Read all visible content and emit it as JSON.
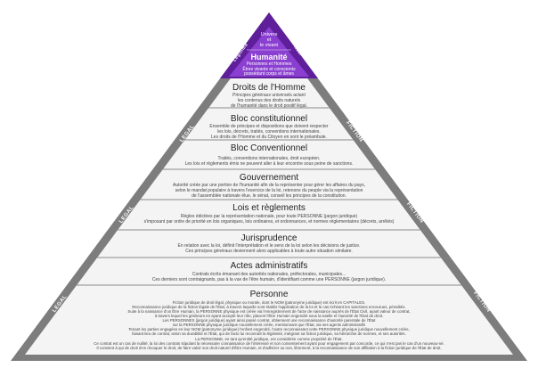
{
  "apex": {
    "lines": [
      "Univers",
      "et",
      "le vivant"
    ],
    "left_label": "Légitime",
    "right_label": "Réel"
  },
  "humanite": {
    "title": "Humanité",
    "lines": [
      "Personnes et Hommes",
      "Êtres vivants et conscients",
      "possédant corps et âmes"
    ]
  },
  "bands": [
    {
      "title": "Droits de l'Homme",
      "lines": [
        "Principes généraux universels actant",
        "les contenus des droits naturels",
        "de l'humanité dans le droit positif légal."
      ]
    },
    {
      "title": "Bloc constitutionnel",
      "lines": [
        "Ensemble de principes et dispositions que doivent respecter",
        "les lois, décrets, traités, conventions internationales.",
        "Les droits de l'Homme et du Citoyen en sont le préambule."
      ]
    },
    {
      "title": "Bloc Conventionnel",
      "lines": [
        "Traités, conventions internationales, droit européen.",
        "Les lois et règlements émis ne peuvent aller à leur encontre sous peine de sanctions."
      ]
    },
    {
      "title": "Gouvernement",
      "lines": [
        "Autorité créée par une portion de l'humanité afin de la représenter pour gérer les affaires du pays,",
        "selon le mandat populaire à travers l'exercice de la loi, retenons du peuple via la représentation",
        "de l'assemblée nationale élue, le sénat, conseil les principes de la constitution."
      ]
    },
    {
      "title": "Lois et règlements",
      "lines": [
        "Règles édictées par la représentation nationale, pour toute PERSONNE (jargon juridique)",
        "s'imposant par ordre de priorité en lois organiques, lois ordinaires, et ordonnances, et normes réglementaires (décrets, arrêtés)"
      ]
    },
    {
      "title": "Jurisprudence",
      "lines": [
        "En relation avec la loi, définit l'interprétation et le sens de la loi selon les décisions de justice.",
        "Ces principes généraux deviennent alors applicables à toute autre situation similaire."
      ]
    },
    {
      "title": "Actes administratifs",
      "lines": [
        "Contrats écrits émanant des autorités nationales, préfectorales, municipales...",
        "Ces derniers sont contraignants, pas à la vue de l'être humain, d'identifiant comme une PERSONNE (jargon juridique)."
      ]
    },
    {
      "title": "Personne",
      "lines": [
        "Fiction juridique de droit légal, physique ou morale, dont le NOM (patronyme juridique) est écrit en CAPITALES.",
        "Reconnaissance juridique de la fiction légale de l'État, à travers laquelle sont établis l'application de la loi et le cas échéant les sanctions encourues, pénalités.",
        "Suite à la naissance d'un Être Humain, la PERSONNE physique est créée via l'enregistrement de l'acte de naissance auprès de l'État Civil, ayant valeur de contrat,",
        "à travers lequel les géniteurs en ayant accepté leur rôle, placent l'Être Humain engendré sous la tutelle et l'autorité de l'État de droit.",
        "Les PERSONNES (jargon juridique) ayant ainsi passé contrat, obtiennent une reconnaissance d'autorité parentale de l'État",
        "sur la PERSONNE physique juridique nouvellement créée, mentionnant que l'État, via ses agents administratifs",
        "Tenant les parties engagées en leur NOM (patronyme juridique) l'enfant engendré, l'autre reconnaissant cette PERSONNE physique juridique nouvellement créée,",
        "faisant lieu de contrat, selon sa durabilité et l'État, qui de facto lui reconnaît la légitimité, intégrant sa fiction juridique, sa hiérarchie de normes, et ses autorités.",
        "La PERSONNE, en tant qu'entité juridique, est considérée comme propriété de l'État.",
        "Ce contrat est un cas de nullité, la loi des contrats stipulant la nécessaire connaissance de l'intéressé et son consentement ayant pour engagement par concorde, ce qui n'est pas le cas d'un nouveau-né.",
        "Il convient à qui de droit d'en révoquer le droit, de faire valoir son droit naturel d'Être Humain, et d'adhérer ou non, librement, à la reconnaissance de son affiliation à la fiction juridique de l'État de droit."
      ]
    }
  ],
  "edge_labels": {
    "left": [
      "LEGAL",
      "LEGAL",
      "LEGAL"
    ],
    "right": [
      "FICTION",
      "FICTION",
      "FICTION"
    ]
  },
  "colors": {
    "apex_purple": "#7b2fbf",
    "apex_purple_dark": "#5f1f9a",
    "band_fill": "#f4f4f4",
    "border_gray": "#7d7d7d"
  }
}
